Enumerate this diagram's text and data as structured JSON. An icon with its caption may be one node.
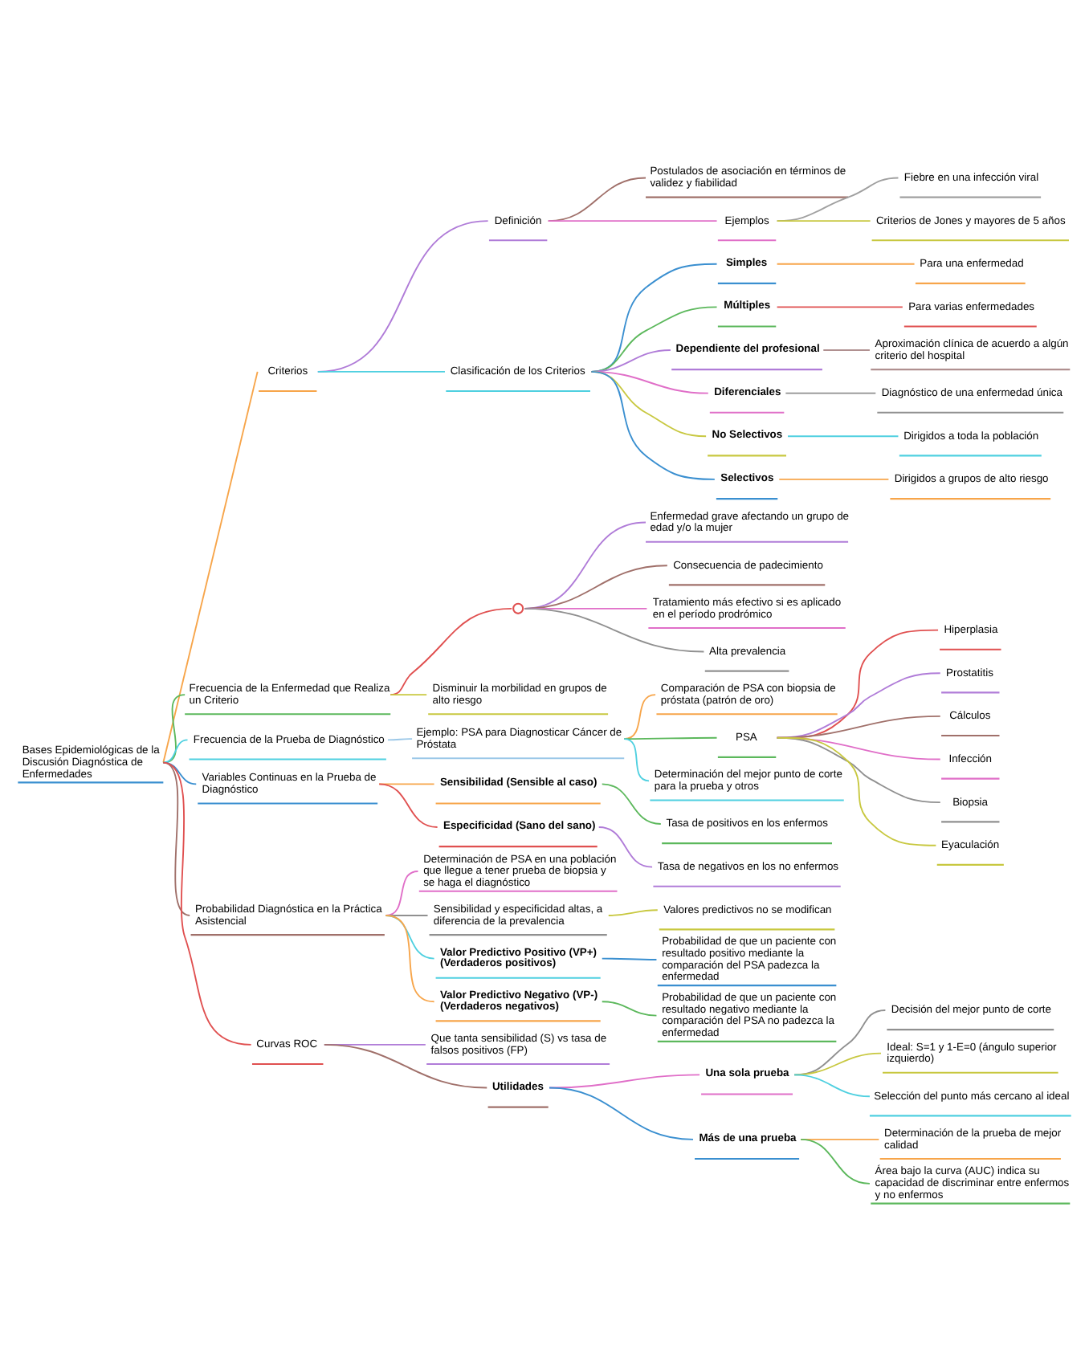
{
  "diagram": {
    "nodes": [
      {
        "text": [
          "Bases Epidemiológicas de la Discusión Diagnóstica de Enfermedades"
        ]
      },
      {
        "text": [
          "Criterios"
        ]
      },
      {
        "text": [
          "Definición"
        ]
      },
      {
        "text": [
          "Postulados de asociación en términos de validez y fiabilidad"
        ]
      },
      {
        "text": [
          "Ejemplos"
        ]
      },
      {
        "text": [
          "Fiebre en una infección viral"
        ]
      },
      {
        "text": [
          "Criterios de Jones y mayores de 5 años"
        ]
      },
      {
        "text": [
          "Clasificación de los Criterios"
        ]
      },
      {
        "text": [
          "Simples"
        ]
      },
      {
        "text": [
          "Para una enfermedad"
        ]
      },
      {
        "text": [
          "Múltiples"
        ]
      },
      {
        "text": [
          "Para varias enfermedades"
        ]
      },
      {
        "text": [
          "Dependiente del profesional"
        ]
      },
      {
        "text": [
          "Aproximación clínica de acuerdo a algún criterio del hospital"
        ]
      },
      {
        "text": [
          "Diferenciales"
        ]
      },
      {
        "text": [
          "Diagnóstico de una enfermedad única"
        ]
      },
      {
        "text": [
          "No Selectivos"
        ]
      },
      {
        "text": [
          "Dirigidos a toda la población"
        ]
      },
      {
        "text": [
          "Selectivos"
        ]
      },
      {
        "text": [
          "Dirigidos a grupos de alto riesgo"
        ]
      },
      {
        "text": [
          "Frecuencia de la Enfermedad que Realiza un Criterio"
        ]
      },
      {
        "text": [],
        "shape": "circle"
      },
      {
        "text": [
          "Enfermedad grave afectando un grupo de edad y/o la mujer"
        ]
      },
      {
        "text": [
          "Consecuencia de padecimiento"
        ]
      },
      {
        "text": [
          "Tratamiento más efectivo si es aplicado en el período prodrómico"
        ]
      },
      {
        "text": [
          "Alta prevalencia"
        ]
      },
      {
        "text": [
          "Disminuir la morbilidad en grupos de alto riesgo"
        ]
      },
      {
        "text": [
          "Frecuencia de la Prueba de Diagnóstico"
        ]
      },
      {
        "text": [
          "Ejemplo: PSA para Diagnosticar Cáncer de Próstata"
        ]
      },
      {
        "text": [
          "Comparación de PSA con biopsia de próstata (patrón de oro)"
        ]
      },
      {
        "text": [
          "PSA"
        ]
      },
      {
        "text": [
          "Hiperplasia"
        ]
      },
      {
        "text": [
          "Prostatitis"
        ]
      },
      {
        "text": [
          "Cálculos"
        ]
      },
      {
        "text": [
          "Infección"
        ]
      },
      {
        "text": [
          "Biopsia"
        ]
      },
      {
        "text": [
          "Eyaculación"
        ]
      },
      {
        "text": [
          "Determinación del mejor punto de corte para la prueba y otros"
        ]
      },
      {
        "text": [
          "Variables Continuas en la Prueba de Diagnóstico"
        ]
      },
      {
        "text": [
          "Sensibilidad (Sensible al caso)"
        ]
      },
      {
        "text": [
          "Tasa de positivos en los enfermos"
        ]
      },
      {
        "text": [
          "Especificidad (Sano del sano)"
        ]
      },
      {
        "text": [
          "Tasa de negativos en los no enfermos"
        ]
      },
      {
        "text": [
          "Probabilidad Diagnóstica en la Práctica Asistencial"
        ]
      },
      {
        "text": [
          "Determinación de PSA en una población que llegue a tener prueba de biopsia y se haga el diagnóstico"
        ]
      },
      {
        "text": [
          "Sensibilidad y especificidad altas, a diferencia de la prevalencia"
        ]
      },
      {
        "text": [
          "Valores predictivos no se modifican"
        ]
      },
      {
        "text": [
          "Valor Predictivo Positivo (VP+) (Verdaderos positivos)"
        ]
      },
      {
        "text": [
          "Probabilidad de que un paciente con resultado positivo mediante la comparación del PSA padezca la enfermedad"
        ]
      },
      {
        "text": [
          "Valor Predictivo Negativo (VP-) (Verdaderos negativos)"
        ]
      },
      {
        "text": [
          "Probabilidad de que un paciente con resultado negativo mediante la comparación del PSA no padezca la enfermedad"
        ]
      },
      {
        "text": [
          "Curvas ROC"
        ]
      },
      {
        "text": [
          "Que tanta sensibilidad (S) vs tasa de falsos positivos (FP)"
        ]
      },
      {
        "text": [
          "Utilidades"
        ]
      },
      {
        "text": [
          "Una sola prueba"
        ]
      },
      {
        "text": [
          "Decisión del mejor punto de corte"
        ]
      },
      {
        "text": [
          "Ideal: S=1 y 1-E=0 (ángulo superior izquierdo)"
        ]
      },
      {
        "text": [
          "Selección del punto más cercano al ideal"
        ]
      },
      {
        "text": [
          "Más de una prueba"
        ]
      },
      {
        "text": [
          "Determinación de la prueba de mejor calidad"
        ]
      },
      {
        "text": [
          "Área bajo la curva (AUC) indica su capacidad de discriminar entre enfermos y no enfermos"
        ]
      }
    ],
    "edges": [
      {
        "from": 0,
        "to": 1,
        "arrow": "none",
        "color": "#f7a54a"
      },
      {
        "from": 1,
        "to": 2,
        "arrow": "none",
        "color": "#b07cd8"
      },
      {
        "from": 2,
        "to": 3,
        "arrow": "none",
        "color": "#a0706a"
      },
      {
        "from": 2,
        "to": 4,
        "arrow": "none",
        "color": "#e06fc8"
      },
      {
        "from": 4,
        "to": 5,
        "arrow": "none",
        "color": "#a0a0a0"
      },
      {
        "from": 4,
        "to": 6,
        "arrow": "none",
        "color": "#c8c840"
      },
      {
        "from": 1,
        "to": 7,
        "arrow": "none",
        "color": "#4fd0e0"
      },
      {
        "from": 7,
        "to": 8,
        "arrow": "none",
        "color": "#3a8fd0"
      },
      {
        "from": 8,
        "to": 9,
        "arrow": "none",
        "color": "#f7a54a"
      },
      {
        "from": 7,
        "to": 10,
        "arrow": "none",
        "color": "#5cb85c"
      },
      {
        "from": 10,
        "to": 11,
        "arrow": "none",
        "color": "#e05050"
      },
      {
        "from": 7,
        "to": 12,
        "arrow": "none",
        "color": "#b07cd8"
      },
      {
        "from": 12,
        "to": 13,
        "arrow": "none",
        "color": "#b09090"
      },
      {
        "from": 7,
        "to": 14,
        "arrow": "none",
        "color": "#e06fc8"
      },
      {
        "from": 14,
        "to": 15,
        "arrow": "none",
        "color": "#909090"
      },
      {
        "from": 7,
        "to": 16,
        "arrow": "none",
        "color": "#c8c840"
      },
      {
        "from": 16,
        "to": 17,
        "arrow": "none",
        "color": "#4fd0e0"
      },
      {
        "from": 7,
        "to": 18,
        "arrow": "none",
        "color": "#3a8fd0"
      },
      {
        "from": 18,
        "to": 19,
        "arrow": "none",
        "color": "#f7a54a"
      },
      {
        "from": 0,
        "to": 20,
        "arrow": "none",
        "color": "#5cb85c"
      },
      {
        "from": 20,
        "to": 21,
        "arrow": "none",
        "color": "#e05050"
      },
      {
        "from": 21,
        "to": 22,
        "arrow": "none",
        "color": "#b07cd8"
      },
      {
        "from": 21,
        "to": 23,
        "arrow": "none",
        "color": "#a0706a"
      },
      {
        "from": 21,
        "to": 24,
        "arrow": "none",
        "color": "#e06fc8"
      },
      {
        "from": 21,
        "to": 25,
        "arrow": "none",
        "color": "#909090"
      },
      {
        "from": 20,
        "to": 26,
        "arrow": "none",
        "color": "#c8c840"
      },
      {
        "from": 0,
        "to": 27,
        "arrow": "none",
        "color": "#4fd0e0"
      },
      {
        "from": 27,
        "to": 28,
        "arrow": "none",
        "color": "#9cc8e8"
      },
      {
        "from": 28,
        "to": 29,
        "arrow": "none",
        "color": "#f7a54a"
      },
      {
        "from": 28,
        "to": 30,
        "arrow": "none",
        "color": "#5cb85c"
      },
      {
        "from": 30,
        "to": 31,
        "arrow": "none",
        "color": "#e05050"
      },
      {
        "from": 30,
        "to": 32,
        "arrow": "none",
        "color": "#b07cd8"
      },
      {
        "from": 30,
        "to": 33,
        "arrow": "none",
        "color": "#a0706a"
      },
      {
        "from": 30,
        "to": 34,
        "arrow": "none",
        "color": "#e06fc8"
      },
      {
        "from": 30,
        "to": 35,
        "arrow": "none",
        "color": "#909090"
      },
      {
        "from": 30,
        "to": 36,
        "arrow": "none",
        "color": "#c8c840"
      },
      {
        "from": 28,
        "to": 37,
        "arrow": "none",
        "color": "#4fd0e0"
      },
      {
        "from": 0,
        "to": 38,
        "arrow": "none",
        "color": "#3a8fd0"
      },
      {
        "from": 38,
        "to": 39,
        "arrow": "none",
        "color": "#f7a54a"
      },
      {
        "from": 39,
        "to": 40,
        "arrow": "none",
        "color": "#5cb85c"
      },
      {
        "from": 38,
        "to": 41,
        "arrow": "none",
        "color": "#e05050"
      },
      {
        "from": 41,
        "to": 42,
        "arrow": "none",
        "color": "#b07cd8"
      },
      {
        "from": 0,
        "to": 43,
        "arrow": "none",
        "color": "#a0706a"
      },
      {
        "from": 43,
        "to": 44,
        "arrow": "none",
        "color": "#e06fc8"
      },
      {
        "from": 43,
        "to": 45,
        "arrow": "none",
        "color": "#909090"
      },
      {
        "from": 45,
        "to": 46,
        "arrow": "none",
        "color": "#c8c840"
      },
      {
        "from": 43,
        "to": 47,
        "arrow": "none",
        "color": "#4fd0e0"
      },
      {
        "from": 47,
        "to": 48,
        "arrow": "none",
        "color": "#3a8fd0"
      },
      {
        "from": 43,
        "to": 49,
        "arrow": "none",
        "color": "#f7a54a"
      },
      {
        "from": 49,
        "to": 50,
        "arrow": "none",
        "color": "#5cb85c"
      },
      {
        "from": 0,
        "to": 51,
        "arrow": "none",
        "color": "#e05050"
      },
      {
        "from": 51,
        "to": 52,
        "arrow": "none",
        "color": "#b07cd8"
      },
      {
        "from": 51,
        "to": 53,
        "arrow": "none",
        "color": "#a0706a"
      },
      {
        "from": 53,
        "to": 54,
        "arrow": "none",
        "color": "#e06fc8"
      },
      {
        "from": 54,
        "to": 55,
        "arrow": "none",
        "color": "#909090"
      },
      {
        "from": 54,
        "to": 56,
        "arrow": "none",
        "color": "#c8c840"
      },
      {
        "from": 54,
        "to": 57,
        "arrow": "none",
        "color": "#4fd0e0"
      },
      {
        "from": 53,
        "to": 58,
        "arrow": "none",
        "color": "#3a8fd0"
      },
      {
        "from": 58,
        "to": 59,
        "arrow": "none",
        "color": "#f7a54a"
      },
      {
        "from": 58,
        "to": 60,
        "arrow": "none",
        "color": "#5cb85c"
      }
    ]
  }
}
